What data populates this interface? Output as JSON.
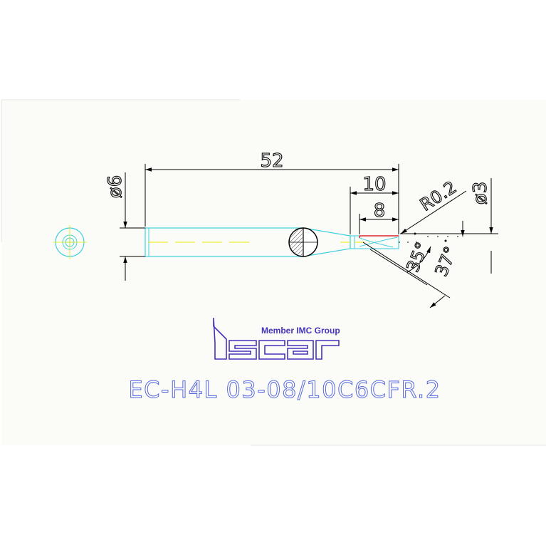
{
  "drawing": {
    "dimensions": {
      "total_length": "52",
      "neck_length": "10",
      "flute_length": "8",
      "shank_diameter": "ø6",
      "cutting_diameter": "ø3",
      "corner_radius": "R0.2",
      "angle_inner": "35°",
      "angle_outer": "37°"
    },
    "logo": {
      "brand": "iscar",
      "tagline": "Member IMC Group"
    },
    "part_number": "EC-H4L 03-08/10C6CFR.2"
  },
  "colors": {
    "background": "#ffffff",
    "paper": "#fbfbf8",
    "outline_cyan": "#40d0e0",
    "centerline_yellow": "#e8e800",
    "dimension_black": "#000000",
    "title_blue": "#5566dd",
    "logo_blue": "#4433bb",
    "cutting_edge_red": "#dd0000"
  }
}
